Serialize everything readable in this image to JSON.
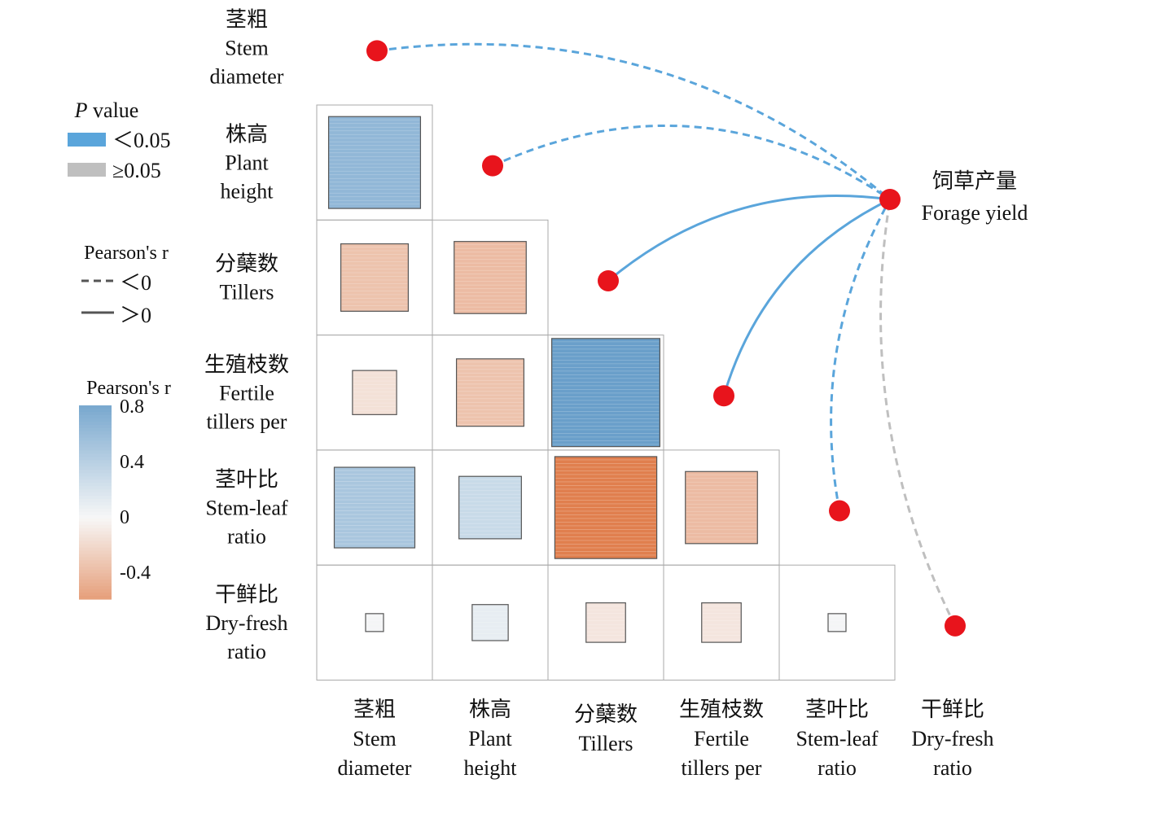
{
  "chart_data": {
    "type": "heatmap",
    "variables": [
      {
        "zh": "茎粗",
        "en": [
          "Stem",
          "diameter"
        ]
      },
      {
        "zh": "株高",
        "en": [
          "Plant",
          "height"
        ]
      },
      {
        "zh": "分蘖数",
        "en": [
          "Tillers"
        ]
      },
      {
        "zh": "生殖枝数",
        "en": [
          "Fertile",
          "tillers per"
        ]
      },
      {
        "zh": "茎叶比",
        "en": [
          "Stem-leaf",
          "ratio"
        ]
      },
      {
        "zh": "干鲜比",
        "en": [
          "Dry-fresh",
          "ratio"
        ]
      }
    ],
    "correlations": [
      {
        "row": 1,
        "col": 0,
        "r": 0.65
      },
      {
        "row": 2,
        "col": 0,
        "r": -0.35
      },
      {
        "row": 2,
        "col": 1,
        "r": -0.4
      },
      {
        "row": 3,
        "col": 0,
        "r": -0.15
      },
      {
        "row": 3,
        "col": 1,
        "r": -0.35
      },
      {
        "row": 3,
        "col": 2,
        "r": 0.9
      },
      {
        "row": 4,
        "col": 0,
        "r": 0.5
      },
      {
        "row": 4,
        "col": 1,
        "r": 0.3
      },
      {
        "row": 4,
        "col": 2,
        "r": -0.8
      },
      {
        "row": 4,
        "col": 3,
        "r": -0.4
      },
      {
        "row": 5,
        "col": 0,
        "r": 0.02
      },
      {
        "row": 5,
        "col": 1,
        "r": 0.1
      },
      {
        "row": 5,
        "col": 2,
        "r": -0.12
      },
      {
        "row": 5,
        "col": 3,
        "r": -0.12
      },
      {
        "row": 5,
        "col": 4,
        "r": 0.02
      }
    ],
    "target": {
      "zh": "饲草产量",
      "en": "Forage yield"
    },
    "links": [
      {
        "var": 0,
        "sign": "negative",
        "p": "<0.05"
      },
      {
        "var": 1,
        "sign": "negative",
        "p": "<0.05"
      },
      {
        "var": 2,
        "sign": "positive",
        "p": "<0.05"
      },
      {
        "var": 3,
        "sign": "positive",
        "p": "<0.05"
      },
      {
        "var": 4,
        "sign": "negative",
        "p": "<0.05"
      },
      {
        "var": 5,
        "sign": "negative",
        "p": "≥0.05"
      }
    ],
    "legend": {
      "p_title_italic": "P",
      "p_title_rest": " value",
      "p_items": [
        "＜0.05",
        "≥0.05"
      ],
      "r_title": "Pearson's r",
      "r_items": [
        "＜0",
        "＞0"
      ],
      "color_title": "Pearson's r",
      "color_ticks": [
        {
          "value": 0.8,
          "label": "0.8"
        },
        {
          "value": 0.4,
          "label": "0.4"
        },
        {
          "value": 0,
          "label": "0"
        },
        {
          "value": -0.4,
          "label": "-0.4"
        }
      ],
      "color_range": [
        -0.6,
        0.8
      ]
    },
    "colors": {
      "positive_max": "#6a9fca",
      "neutral": "#f7f7f7",
      "negative_max": "#e07f4e",
      "link_significant": "#5aa5db",
      "link_ns": "#bfbfbf",
      "node": "#e8141c",
      "grid": "#aaaaaa",
      "legend_line": "#555555"
    }
  }
}
